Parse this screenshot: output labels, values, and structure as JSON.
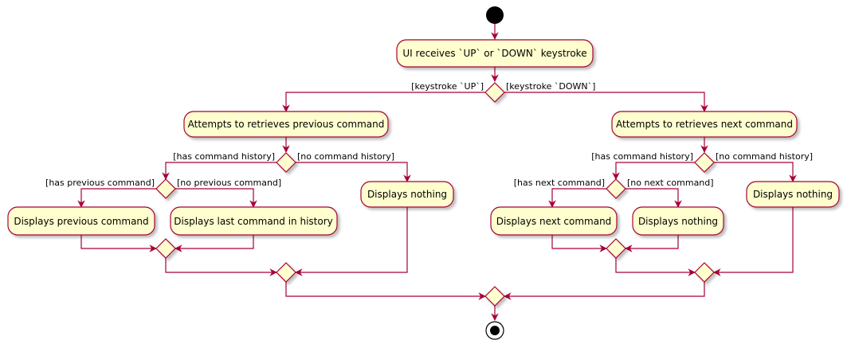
{
  "colors": {
    "border": "#A80036",
    "fill": "#FEFECE",
    "start": "#000000"
  },
  "nodes": {
    "receive": "UI receives `UP` or `DOWN` keystroke",
    "prev_attempt": "Attempts to retrieves previous command",
    "next_attempt": "Attempts to retrieves next command",
    "left_nothing": "Displays nothing",
    "display_prev": "Displays previous command",
    "display_last": "Displays last command in history",
    "right_nothing_outer": "Displays nothing",
    "display_next": "Displays next command",
    "right_nothing_inner": "Displays nothing"
  },
  "guards": {
    "up": "[keystroke `UP`]",
    "down": "[keystroke `DOWN`]",
    "left_has_history": "[has command history]",
    "left_no_history": "[no command history]",
    "has_prev": "[has previous command]",
    "no_prev": "[no previous command]",
    "right_has_history": "[has command history]",
    "right_no_history": "[no command history]",
    "has_next": "[has next command]",
    "no_next": "[no next command]"
  }
}
